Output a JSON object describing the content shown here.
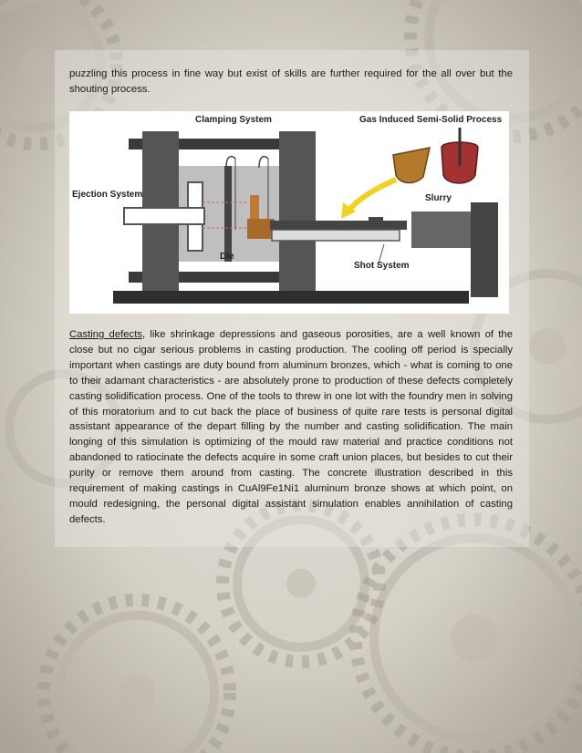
{
  "paragraph1": "puzzling this process in fine way but exist of skills are further required for the all over but the shouting process.",
  "figure": {
    "label_clamping": "Clamping System",
    "label_gas": "Gas Induced Semi-Solid  Process",
    "label_ejection": "Ejection System",
    "label_slurry": "Slurry",
    "label_die": "Die",
    "label_shot": "Shot System"
  },
  "paragraph2": {
    "link_text": "Casting defects",
    "body": ", like shrinkage depressions and gaseous porosities, are a well known of the close but no cigar serious problems in casting production. The cooling off period is specially important when castings are duty bound from aluminum bronzes, which - what is coming to one to their adamant characteristics - are absolutely prone to production of these defects completely casting solidification process. One of the tools to threw in one lot with the foundry men in solving of this moratorium and to cut back the place of business of quite rare tests is personal digital assistant appearance of the depart filling by the number and casting solidification. The main longing of this simulation is optimizing of the mould raw material and practice conditions not abandoned to ratiocinate the defects acquire in some craft union places, but besides to cut their purity or remove them around from casting. The concrete illustration described in this requirement of making castings in CuAl9Fe1Ni1 aluminum bronze shows at which point, on mould redesigning, the personal digital assistant simulation enables annihilation of casting defects."
  }
}
